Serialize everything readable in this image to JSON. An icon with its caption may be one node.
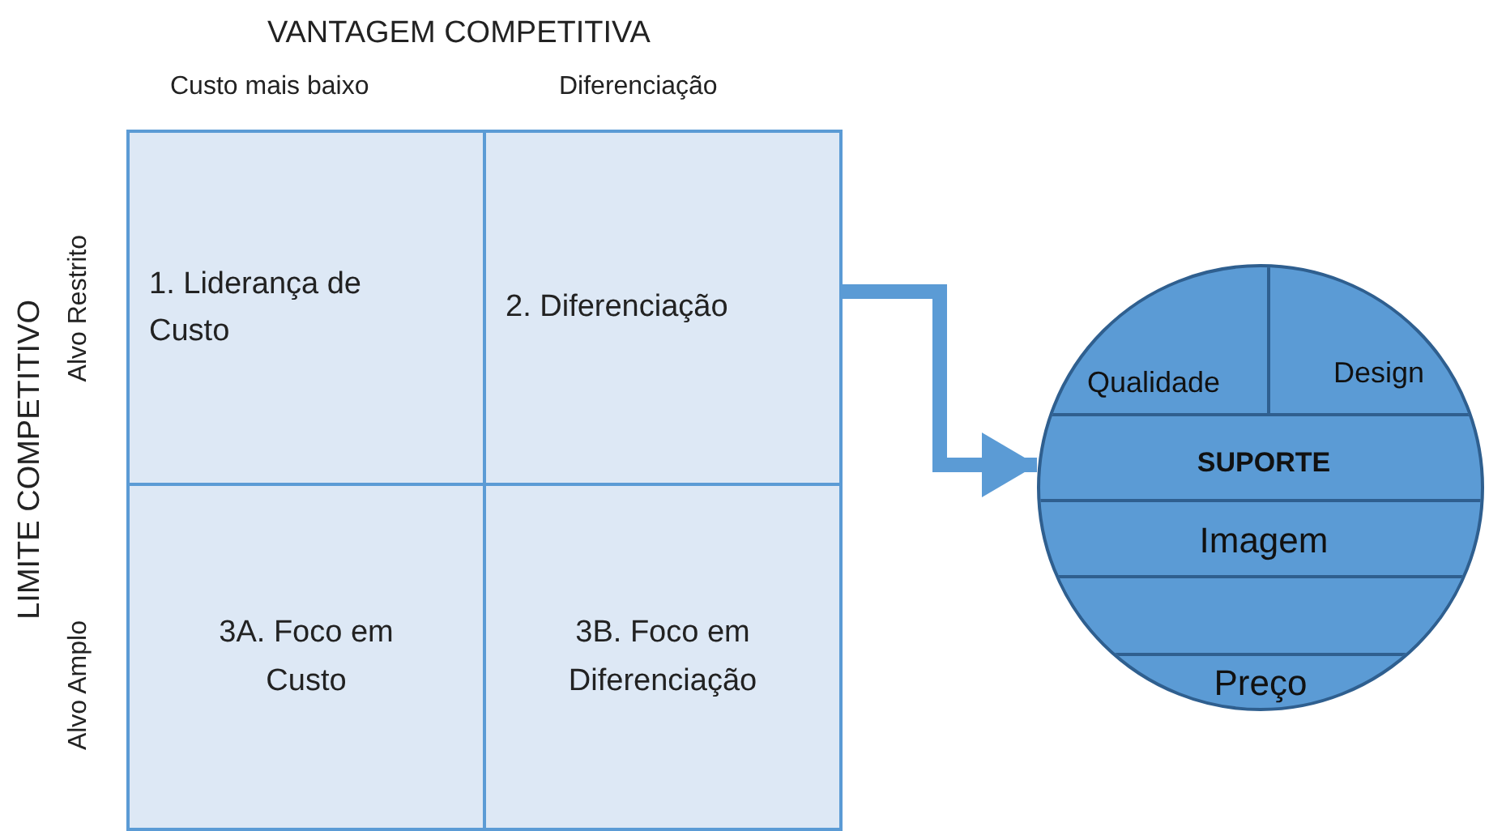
{
  "diagram": {
    "nodes": [
      {
        "text": [
          "1. Liderança de Custo"
        ]
      },
      {
        "text": [
          "2. Diferenciação"
        ]
      },
      {
        "text": [
          "3A. Foco em Custo"
        ]
      },
      {
        "text": [
          "3B. Foco em Diferenciação"
        ]
      },
      {
        "text": [],
        "shape": "circle"
      },
      {
        "text": [
          "Qualidade"
        ],
        "in": 4
      },
      {
        "text": [
          "Design"
        ],
        "in": 4
      },
      {
        "text": [
          "SUPORTE"
        ],
        "in": 4
      },
      {
        "text": [
          "Imagem"
        ],
        "in": 4
      },
      {
        "text": [],
        "shape": "band",
        "in": 4
      },
      {
        "text": [
          "Preço"
        ],
        "in": 4
      }
    ],
    "edges": [
      {
        "from": 1,
        "to": 4,
        "arrow": "to"
      }
    ],
    "labels": [
      "VANTAGEM COMPETITIVA",
      "Custo mais baixo",
      "Diferenciação",
      "LIMITE COMPETITIVO",
      "Alvo Restrito",
      "Alvo Amplo"
    ]
  }
}
